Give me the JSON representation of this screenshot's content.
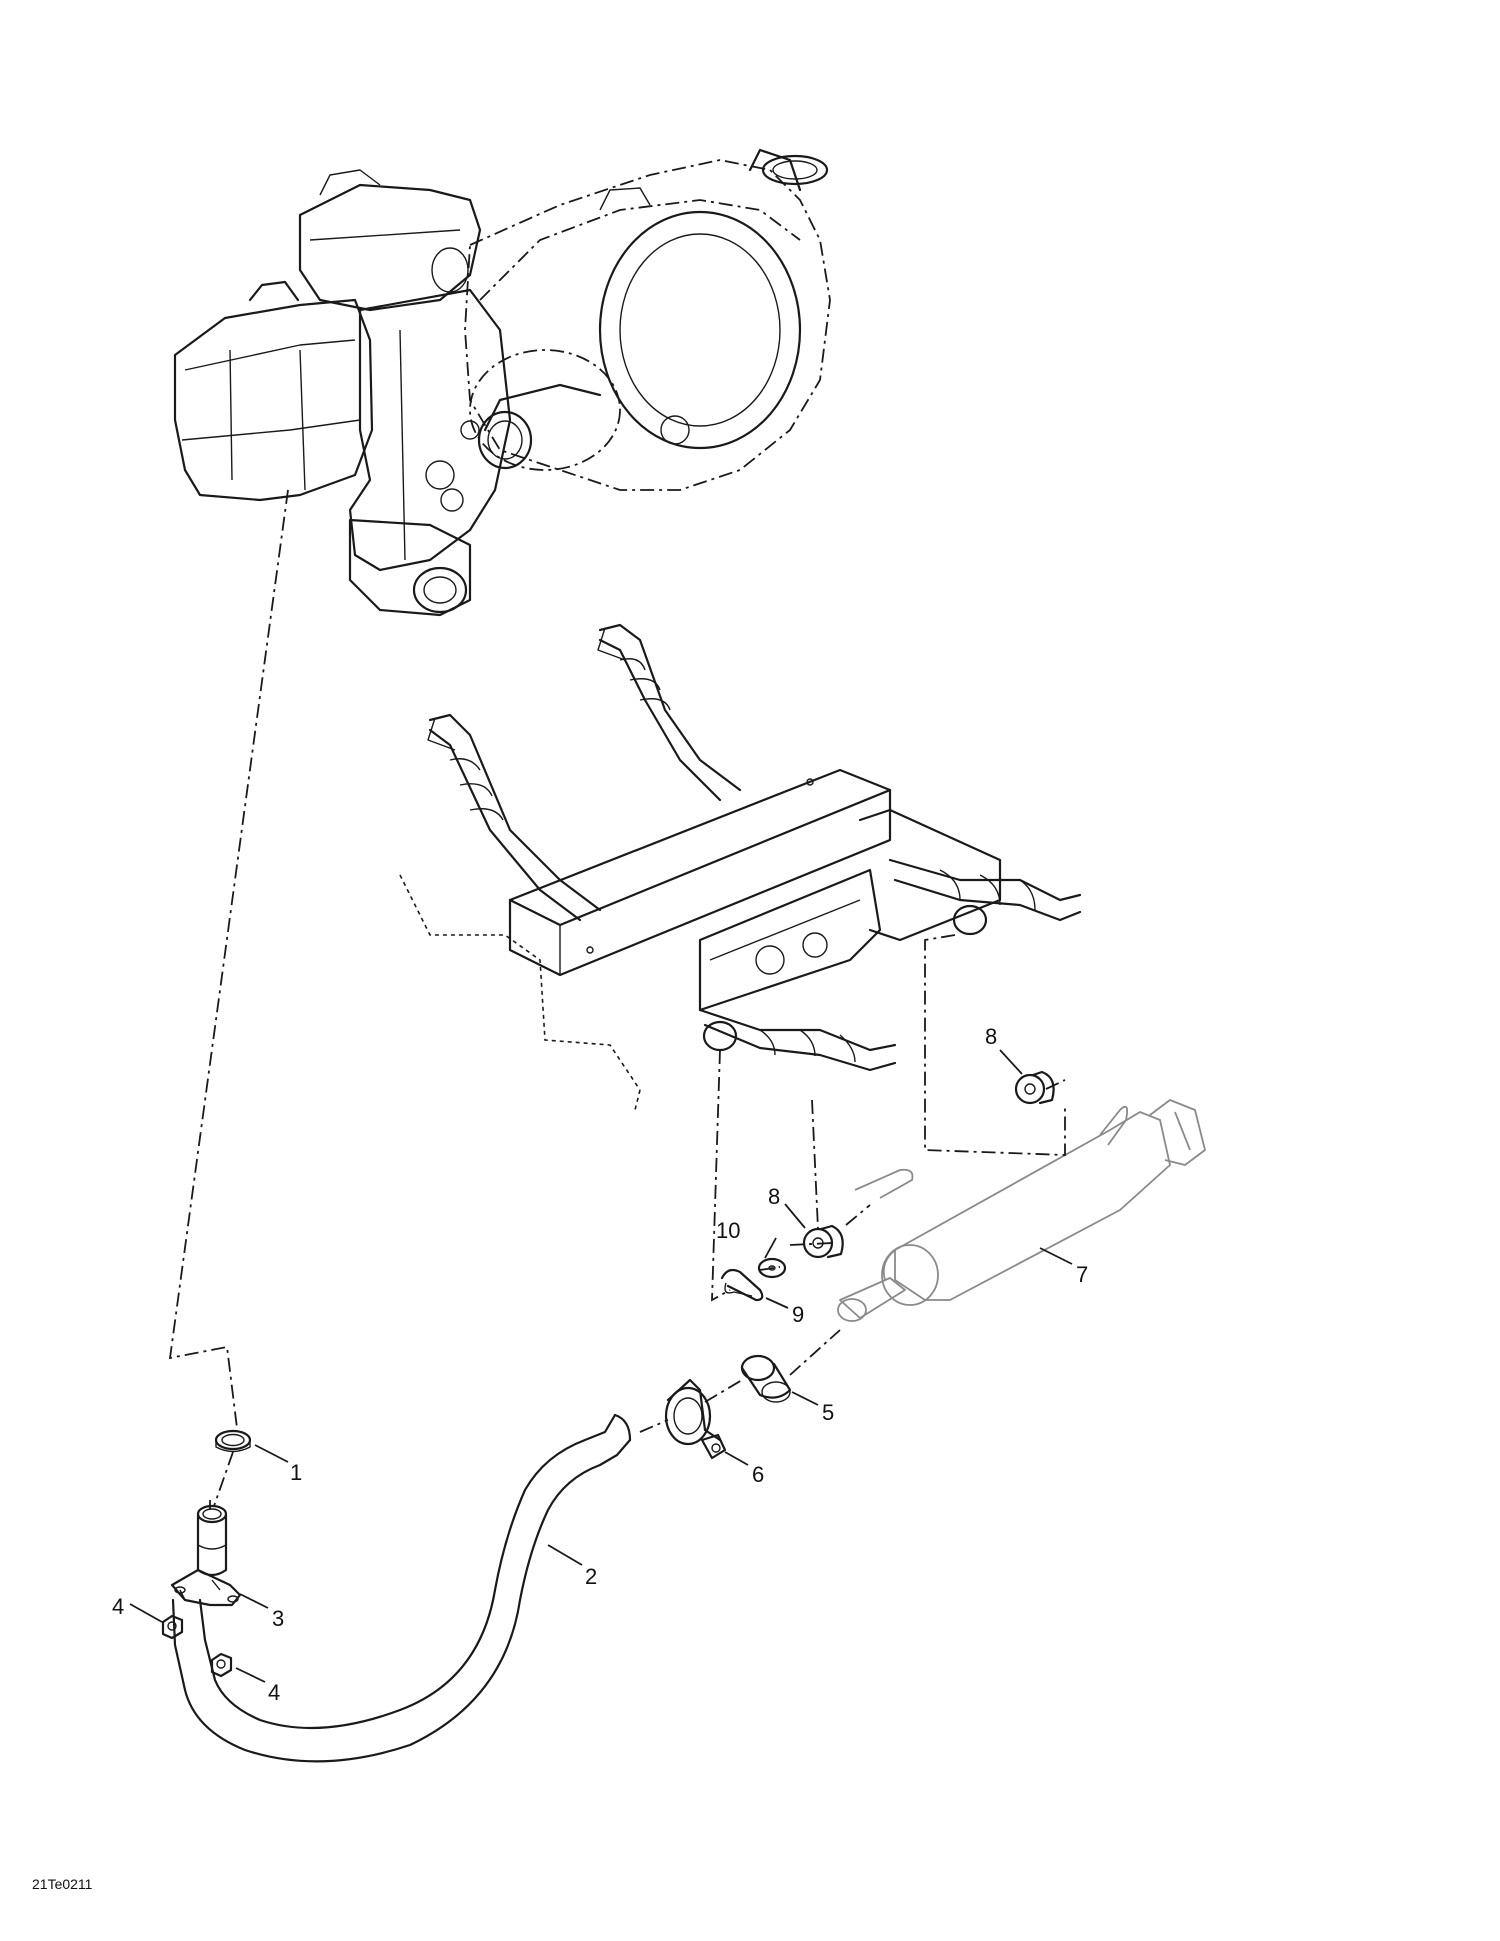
{
  "figure_code": "21Te0211",
  "callouts": [
    {
      "id": "c1",
      "label": "1"
    },
    {
      "id": "c2",
      "label": "2"
    },
    {
      "id": "c3",
      "label": "3"
    },
    {
      "id": "c4a",
      "label": "4"
    },
    {
      "id": "c4b",
      "label": "4"
    },
    {
      "id": "c5",
      "label": "5"
    },
    {
      "id": "c6",
      "label": "6"
    },
    {
      "id": "c7",
      "label": "7"
    },
    {
      "id": "c8a",
      "label": "8"
    },
    {
      "id": "c8b",
      "label": "8"
    },
    {
      "id": "c9",
      "label": "9"
    },
    {
      "id": "c10",
      "label": "10"
    }
  ]
}
